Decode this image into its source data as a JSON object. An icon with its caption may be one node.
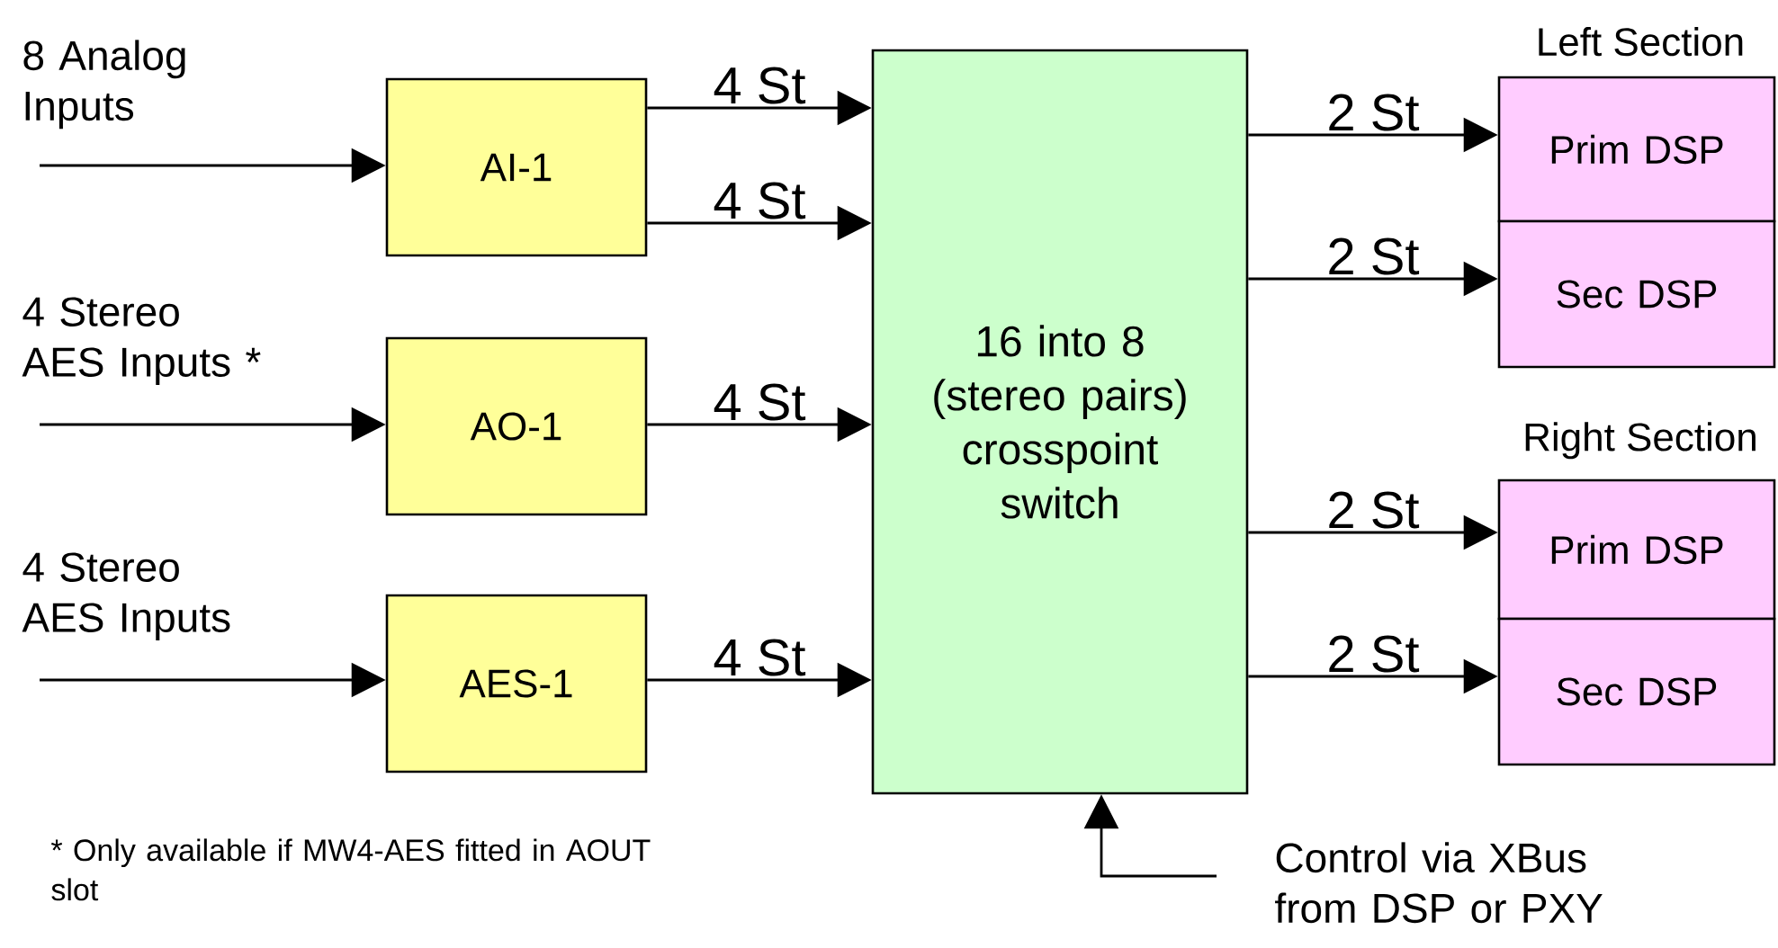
{
  "diagram": {
    "nodes": [
      {
        "text": [
          "8 Analog Inputs"
        ]
      },
      {
        "text": [
          "4 Stereo AES Inputs *"
        ]
      },
      {
        "text": [
          "4 Stereo AES Inputs"
        ]
      },
      {
        "text": [
          "AI-1"
        ]
      },
      {
        "text": [
          "AO-1"
        ]
      },
      {
        "text": [
          "AES-1"
        ]
      },
      {
        "text": [
          "16 into 8 (stereo pairs) crosspoint switch"
        ]
      },
      {
        "text": [
          "Prim DSP"
        ],
        "beside": [
          "Left Section"
        ]
      },
      {
        "text": [
          "Sec DSP"
        ]
      },
      {
        "text": [
          "Prim DSP"
        ],
        "beside": [
          "Right Section"
        ]
      },
      {
        "text": [
          "Sec DSP"
        ]
      },
      {
        "text": [
          "Control via XBus from DSP or PXY"
        ]
      }
    ],
    "edges": [
      {
        "from": 0,
        "to": 3,
        "arrow": "to"
      },
      {
        "from": 1,
        "to": 4,
        "arrow": "to"
      },
      {
        "from": 2,
        "to": 5,
        "arrow": "to"
      },
      {
        "from": 3,
        "to": 6,
        "arrow": "to",
        "label": "4 St"
      },
      {
        "from": 3,
        "to": 6,
        "arrow": "to",
        "label": "4 St"
      },
      {
        "from": 4,
        "to": 6,
        "arrow": "to",
        "label": "4 St"
      },
      {
        "from": 5,
        "to": 6,
        "arrow": "to",
        "label": "4 St"
      },
      {
        "from": 6,
        "to": 7,
        "arrow": "to",
        "label": "2 St"
      },
      {
        "from": 6,
        "to": 8,
        "arrow": "to",
        "label": "2 St"
      },
      {
        "from": 6,
        "to": 9,
        "arrow": "to",
        "label": "2 St"
      },
      {
        "from": 6,
        "to": 10,
        "arrow": "to",
        "label": "2 St"
      },
      {
        "from": 11,
        "to": 6,
        "arrow": "to"
      }
    ],
    "labels": [
      "* Only available if MW4-AES fitted in AOUT slot"
    ]
  }
}
